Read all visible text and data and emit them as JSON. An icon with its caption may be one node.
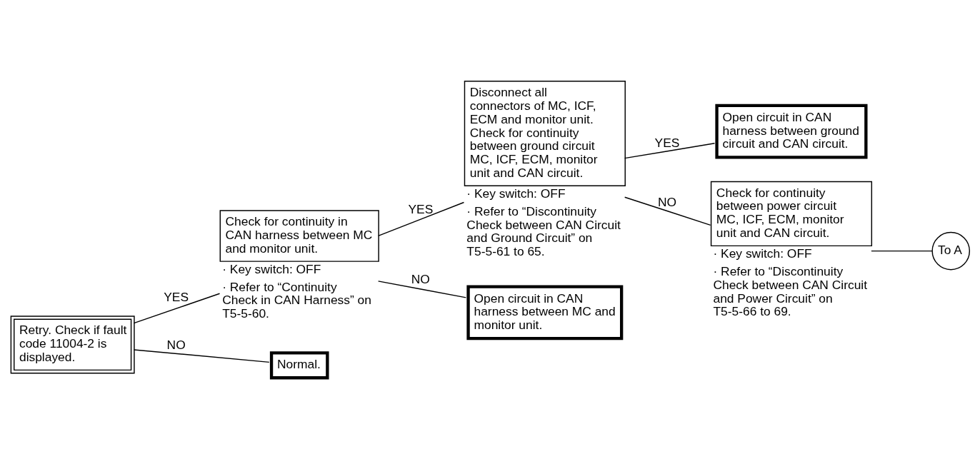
{
  "diagram": {
    "nodes": [
      {
        "text": [
          "Retry. Check if fault code 11004-2 is displayed."
        ]
      },
      {
        "text": [
          "Check for continuity in CAN harness between MC and monitor unit."
        ],
        "beside": [
          "· Key switch: OFF",
          "· Refer to “Continuity Check in CAN Harness” on T5-5-60."
        ]
      },
      {
        "text": [
          "Disconnect all connectors of MC, ICF, ECM and monitor unit. Check for continuity between ground circuit MC, ICF, ECM, monitor unit and CAN circuit."
        ],
        "beside": [
          "· Key switch: OFF",
          "· Refer to “Discontinuity Check between CAN Circuit and Ground Circuit” on T5-5-61 to 65."
        ]
      },
      {
        "text": [
          "Open circuit in CAN harness between ground circuit and CAN circuit."
        ]
      },
      {
        "text": [
          "Check for continuity between power circuit MC, ICF, ECM, monitor unit and CAN circuit."
        ],
        "beside": [
          "· Key switch: OFF",
          "· Refer to “Discontinuity Check between CAN Circuit and Power Circuit” on T5-5-66 to 69."
        ]
      },
      {
        "text": [
          "To A"
        ]
      },
      {
        "text": [
          "Open circuit in CAN harness between MC and monitor unit."
        ]
      },
      {
        "text": [
          "Normal."
        ]
      }
    ],
    "edges": [
      {
        "from": 0,
        "to": 1,
        "arrow": "none",
        "label": "YES"
      },
      {
        "from": 0,
        "to": 7,
        "arrow": "none",
        "label": "NO"
      },
      {
        "from": 1,
        "to": 2,
        "arrow": "none",
        "label": "YES"
      },
      {
        "from": 1,
        "to": 6,
        "arrow": "none",
        "label": "NO"
      },
      {
        "from": 2,
        "to": 3,
        "arrow": "none",
        "label": "YES"
      },
      {
        "from": 2,
        "to": 4,
        "arrow": "none",
        "label": "NO"
      },
      {
        "from": 4,
        "to": 5,
        "arrow": "none"
      }
    ]
  }
}
